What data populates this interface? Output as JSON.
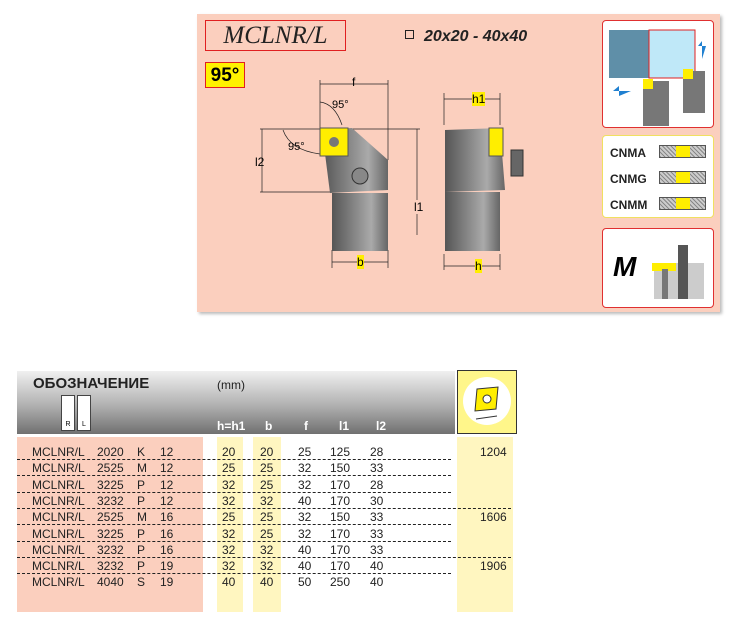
{
  "header": {
    "title": "MCLNR/L",
    "angle_badge": "95°",
    "size_range": "20x20 - 40x40"
  },
  "drawing_labels": {
    "f": "f",
    "angle1": "95°",
    "angle2": "95°",
    "l2": "l2",
    "l1": "l1",
    "b": "b",
    "h1": "h1",
    "h": "h"
  },
  "insert_geometries": [
    "CNMA",
    "CNMG",
    "CNMM"
  ],
  "clamp_system": "M",
  "table": {
    "title": "ОБОЗНАЧЕНИЕ",
    "unit": "(mm)",
    "hand_labels": [
      "R",
      "L"
    ],
    "columns": [
      "h=h1",
      "b",
      "f",
      "l1",
      "l2"
    ],
    "rows": [
      {
        "model": "MCLNR/L",
        "size": "2020",
        "len": "K",
        "ins": "12",
        "h": "20",
        "b": "20",
        "f": "25",
        "l1": "125",
        "l2": "28",
        "insert": "1204"
      },
      {
        "model": "MCLNR/L",
        "size": "2525",
        "len": "M",
        "ins": "12",
        "h": "25",
        "b": "25",
        "f": "32",
        "l1": "150",
        "l2": "33",
        "insert": ""
      },
      {
        "model": "MCLNR/L",
        "size": "3225",
        "len": "P",
        "ins": "12",
        "h": "32",
        "b": "25",
        "f": "32",
        "l1": "170",
        "l2": "28",
        "insert": ""
      },
      {
        "model": "MCLNR/L",
        "size": "3232",
        "len": "P",
        "ins": "12",
        "h": "32",
        "b": "32",
        "f": "40",
        "l1": "170",
        "l2": "30",
        "insert": ""
      },
      {
        "model": "MCLNR/L",
        "size": "2525",
        "len": "M",
        "ins": "16",
        "h": "25",
        "b": "25",
        "f": "32",
        "l1": "150",
        "l2": "33",
        "insert": "1606"
      },
      {
        "model": "MCLNR/L",
        "size": "3225",
        "len": "P",
        "ins": "16",
        "h": "32",
        "b": "25",
        "f": "32",
        "l1": "170",
        "l2": "33",
        "insert": ""
      },
      {
        "model": "MCLNR/L",
        "size": "3232",
        "len": "P",
        "ins": "16",
        "h": "32",
        "b": "32",
        "f": "40",
        "l1": "170",
        "l2": "33",
        "insert": ""
      },
      {
        "model": "MCLNR/L",
        "size": "3232",
        "len": "P",
        "ins": "19",
        "h": "32",
        "b": "32",
        "f": "40",
        "l1": "170",
        "l2": "40",
        "insert": "1906"
      },
      {
        "model": "MCLNR/L",
        "size": "4040",
        "len": "S",
        "ins": "19",
        "h": "40",
        "b": "40",
        "f": "50",
        "l1": "250",
        "l2": "40",
        "insert": ""
      }
    ]
  }
}
